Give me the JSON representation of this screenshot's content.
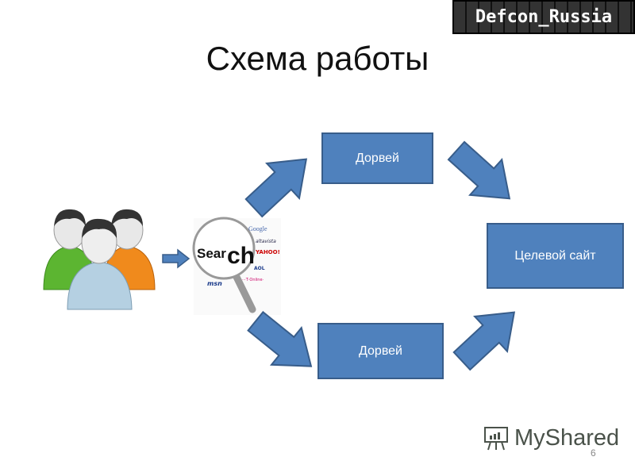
{
  "logo": "Defcon_Russia",
  "title": "Схема работы",
  "nodes": {
    "doorway_top": "Дорвей",
    "doorway_bottom": "Дорвей",
    "target": "Целевой сайт"
  },
  "search": {
    "word": "Search",
    "engines": [
      "Google",
      "altavista",
      "YAHOO!",
      "AOL",
      "T-Online",
      "msn"
    ]
  },
  "watermark": "MyShared",
  "page_number": "6",
  "colors": {
    "box": "#4f81bd",
    "border": "#385d8a"
  }
}
